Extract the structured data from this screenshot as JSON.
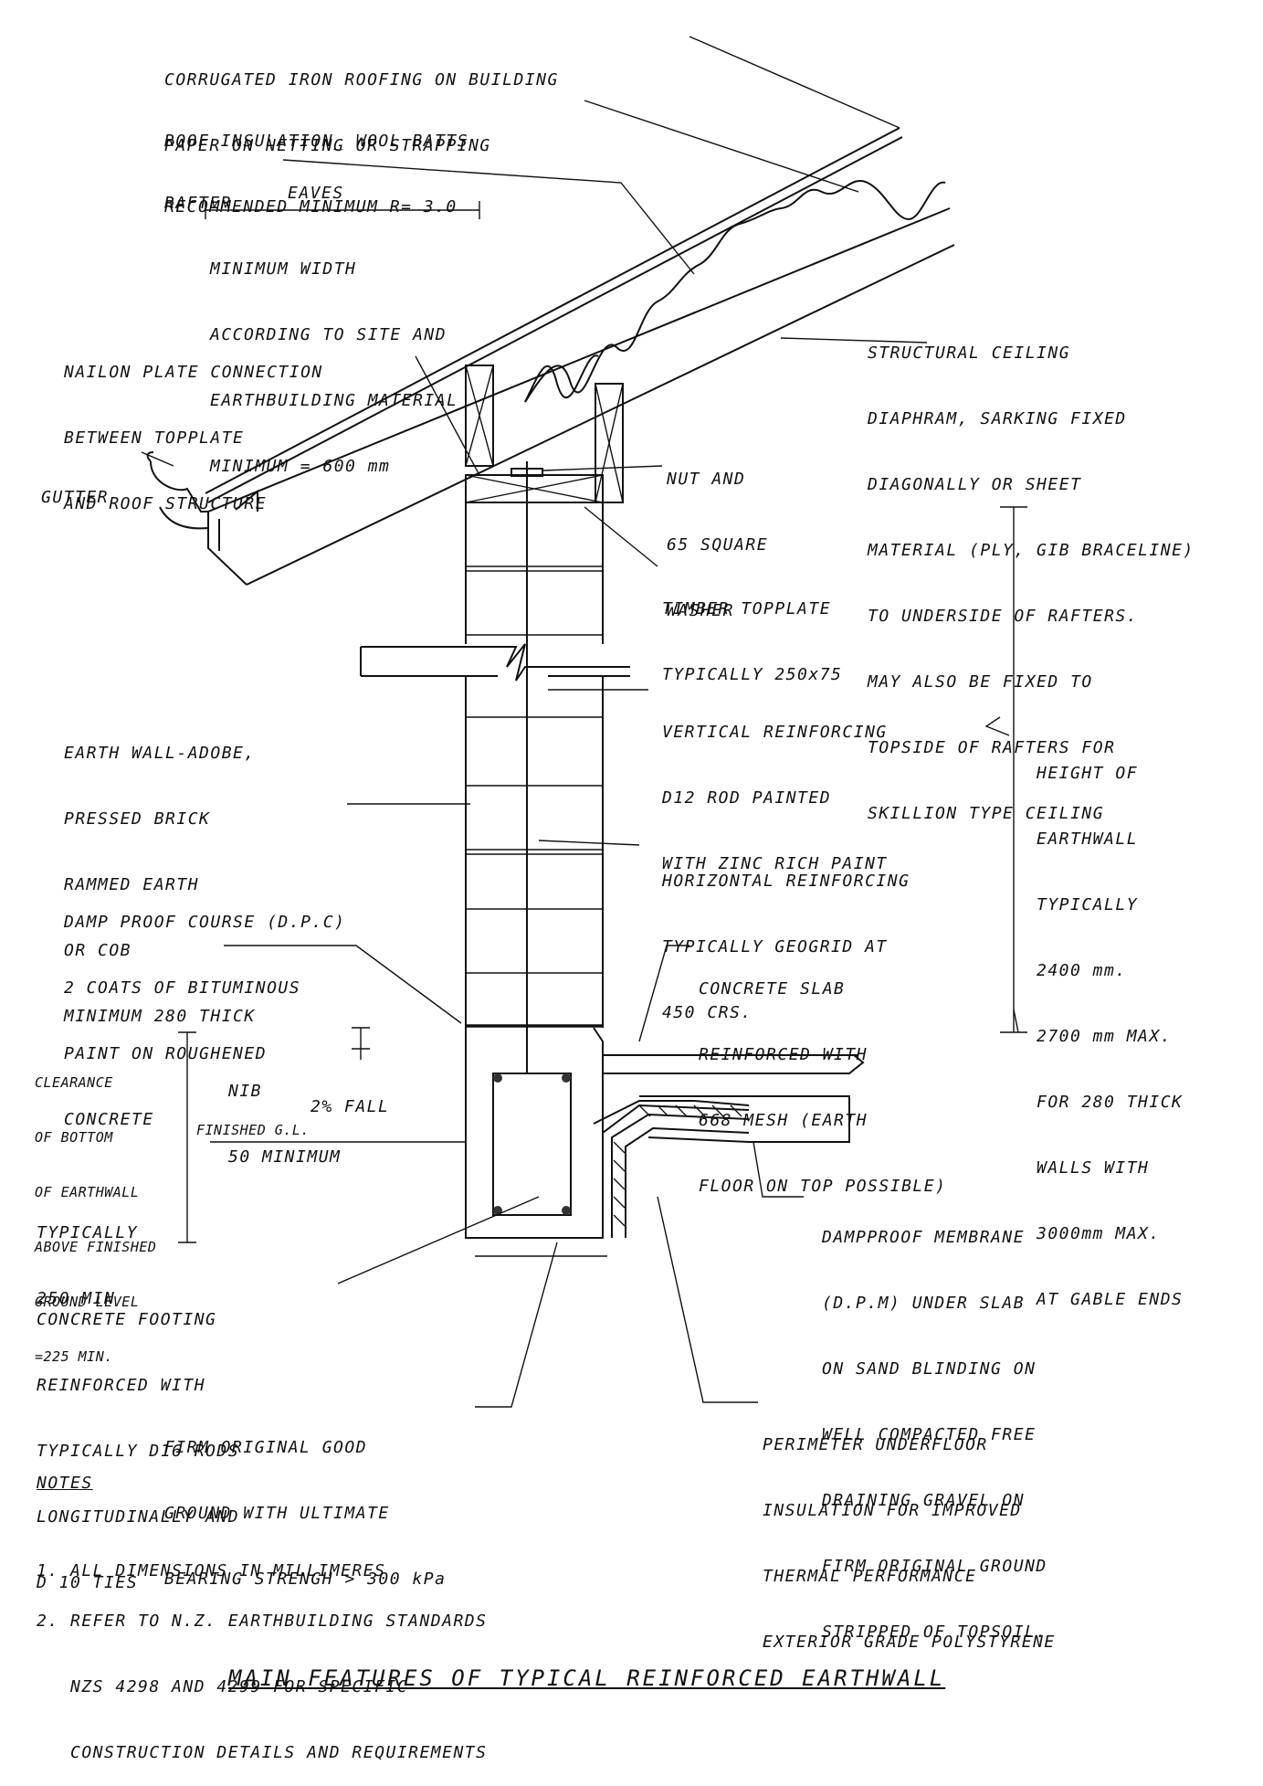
{
  "labels": {
    "roofing": [
      "CORRUGATED IRON ROOFING ON BUILDING",
      "PAPER ON NETTING OR STRAPPING"
    ],
    "insulation": [
      "ROOF INSULATION_ WOOL BATTS",
      "RECOMMENDED MINIMUM R= 3.0"
    ],
    "rafter": [
      "RAFTER"
    ],
    "eaves_title": "EAVES",
    "eaves": [
      "MINIMUM WIDTH",
      "ACCORDING TO SITE AND",
      "EARTHBUILDING MATERIAL",
      "MINIMUM = 600 mm"
    ],
    "nailon": [
      "NAILON PLATE CONNECTION",
      "BETWEEN TOPPLATE",
      "AND ROOF STRUCTURE"
    ],
    "ceiling": [
      "STRUCTURAL CEILING",
      "DIAPHRAM, SARKING FIXED",
      "DIAGONALLY OR SHEET",
      "MATERIAL (PLY, GIB BRACELINE)",
      "TO UNDERSIDE OF RAFTERS.",
      "MAY ALSO BE FIXED TO",
      "TOPSIDE OF RAFTERS FOR",
      "SKILLION TYPE CEILING"
    ],
    "gutter": [
      "GUTTER"
    ],
    "nut": [
      "NUT AND",
      "65 SQUARE",
      "WASHER"
    ],
    "topplate": [
      "TIMBER TOPPLATE",
      "TYPICALLY 250x75"
    ],
    "earth_wall": [
      "EARTH WALL-ADOBE,",
      "PRESSED BRICK",
      "RAMMED EARTH",
      "OR COB",
      "MINIMUM 280 THICK"
    ],
    "vertical_reinf": [
      "VERTICAL REINFORCING",
      "D12 ROD PAINTED",
      "WITH ZINC RICH PAINT"
    ],
    "height": [
      "HEIGHT OF",
      "EARTHWALL",
      "TYPICALLY",
      "2400 mm.",
      "2700 mm MAX.",
      "FOR 280 THICK",
      "WALLS WITH",
      "3000mm MAX.",
      "AT GABLE ENDS"
    ],
    "horizontal_reinf": [
      "HORIZONTAL REINFORCING",
      "TYPICALLY GEOGRID AT",
      "450 CRS."
    ],
    "dpc": [
      "DAMP PROOF COURSE (D.P.C)",
      "2 COATS OF BITUMINOUS",
      "PAINT ON ROUGHENED",
      "CONCRETE"
    ],
    "slab": [
      "CONCRETE SLAB",
      "REINFORCED WITH",
      "668 MESH (EARTH",
      "FLOOR ON TOP POSSIBLE)"
    ],
    "clearance": [
      "CLEARANCE",
      "OF BOTTOM",
      "OF EARTHWALL",
      "ABOVE FINISHED",
      "GROUND LEVEL",
      "=225 MIN."
    ],
    "nib": [
      "NIB",
      "50 MINIMUM"
    ],
    "fall": "2% FALL",
    "finished_gl": "FINISHED G.L.",
    "typically": [
      "TYPICALLY",
      "250 MIN"
    ],
    "dpm": [
      "DAMPPROOF MEMBRANE",
      "(D.P.M) UNDER SLAB",
      "ON SAND BLINDING ON",
      "WELL COMPACTED FREE",
      "DRAINING GRAVEL ON",
      "FIRM ORIGINAL GROUND",
      "STRIPPED OF TOPSOIL."
    ],
    "footing": [
      "CONCRETE FOOTING",
      "REINFORCED WITH",
      "TYPICALLY D16 RODS",
      "LONGITUDINALLY AND",
      "D 10 TIES"
    ],
    "ground": [
      "FIRM ORIGINAL GOOD",
      "GROUND WITH ULTIMATE",
      "BEARING STRENGH > 300 kPa"
    ],
    "perimeter": [
      "PERIMETER UNDERFLOOR",
      "INSULATION FOR IMPROVED",
      "THERMAL PERFORMANCE",
      "EXTERIOR GRADE POLYSTYRENE"
    ]
  },
  "notes": {
    "title": "NOTES",
    "items": [
      [
        "1. ALL DIMENSIONS IN MILLIMERES"
      ],
      [
        "2. REFER TO N.Z. EARTHBUILDING STANDARDS",
        "   NZS 4298 AND 4299 FOR SPECIFIC",
        "   CONSTRUCTION DETAILS AND REQUIREMENTS"
      ]
    ]
  },
  "title": "MAIN FEATURES OF TYPICAL REINFORCED EARTHWALL"
}
